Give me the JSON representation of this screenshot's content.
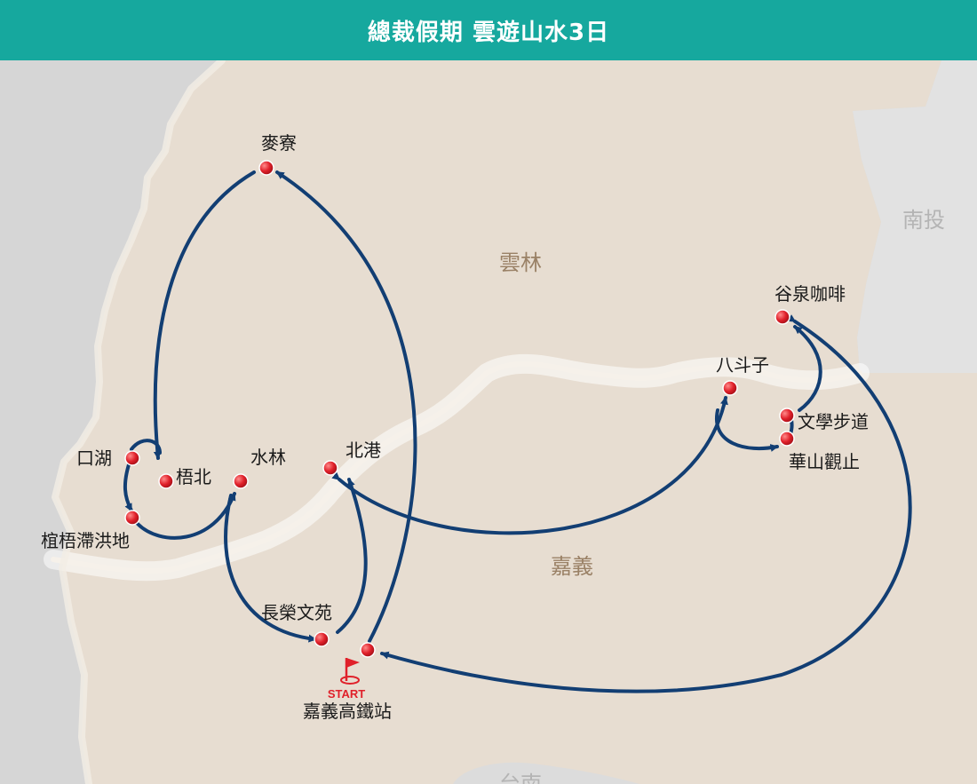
{
  "header": {
    "title": "總裁假期 雲遊山水3日"
  },
  "colors": {
    "header_bg": "#16a89e",
    "land_main": "#e7ddd1",
    "land_outer": "#d6d6d6",
    "route": "#123e73",
    "stop": "#e0202a",
    "start_red": "#e0202a",
    "region_label": "#9a8166"
  },
  "regions": [
    {
      "name": "雲林",
      "id": "yunlin"
    },
    {
      "name": "嘉義",
      "id": "chiayi"
    },
    {
      "name": "南投",
      "id": "nantou"
    },
    {
      "name": "台南",
      "id": "tainan"
    }
  ],
  "start": {
    "badge": "START",
    "icon": "flag-icon"
  },
  "stops": [
    {
      "id": "maixiao",
      "label": "麥寮"
    },
    {
      "id": "kouhu",
      "label": "口湖"
    },
    {
      "id": "wubei",
      "label": "梧北"
    },
    {
      "id": "wetland",
      "label": "椬梧滯洪地"
    },
    {
      "id": "shuilin",
      "label": "水林"
    },
    {
      "id": "beigang",
      "label": "北港"
    },
    {
      "id": "changrong",
      "label": "長榮文苑"
    },
    {
      "id": "hsr",
      "label": "嘉義高鐵站"
    },
    {
      "id": "badouzi",
      "label": "八斗子"
    },
    {
      "id": "guquan",
      "label": "谷泉咖啡"
    },
    {
      "id": "literature",
      "label": "文學步道"
    },
    {
      "id": "huashan",
      "label": "華山觀止"
    }
  ]
}
